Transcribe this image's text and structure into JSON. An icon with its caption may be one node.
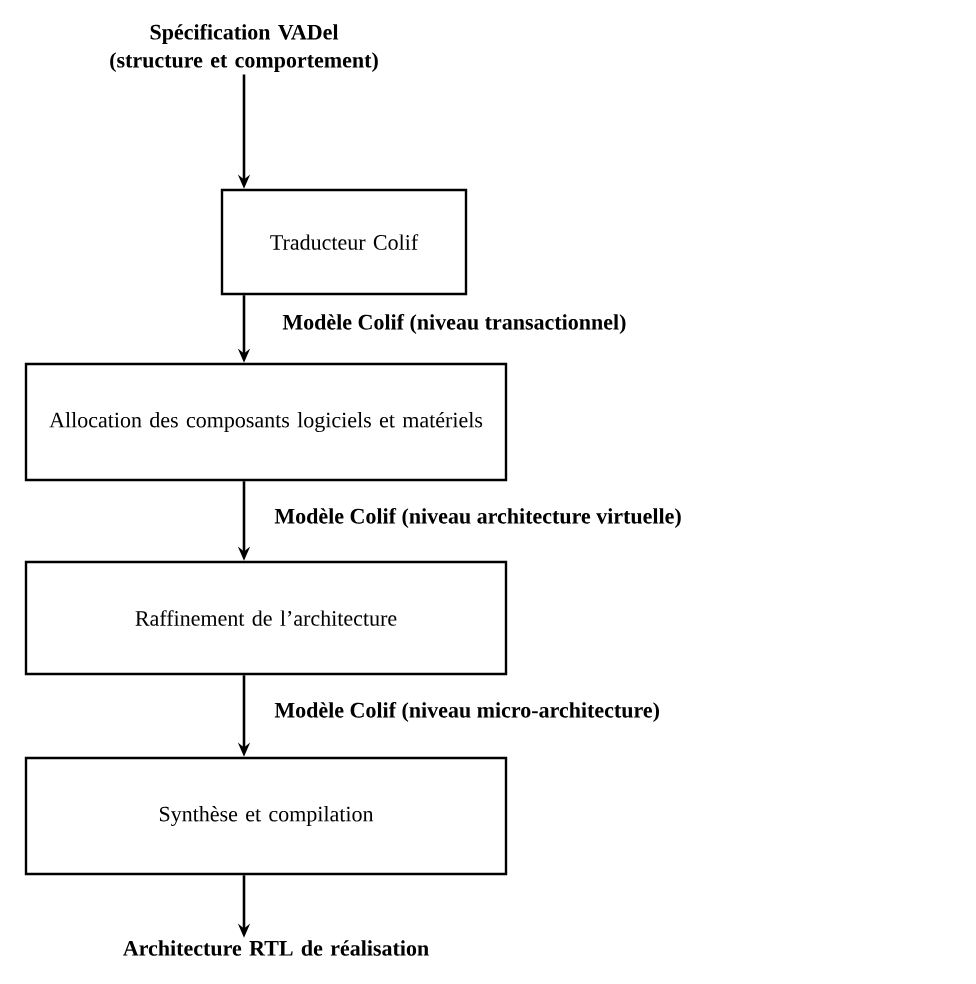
{
  "diagram": {
    "nodes": [
      {
        "text": [
          "Spécification VADel (structure et comportement)"
        ]
      },
      {
        "text": [
          "Traducteur Colif"
        ]
      },
      {
        "text": [
          "Allocation des composants logiciels et matériels"
        ]
      },
      {
        "text": [
          "Raffinement de l’architecture"
        ]
      },
      {
        "text": [
          "Synthèse et compilation"
        ]
      },
      {
        "text": [
          "Architecture RTL de réalisation"
        ]
      }
    ],
    "edges": [
      {
        "from": 0,
        "to": 1,
        "arrow": "to"
      },
      {
        "from": 1,
        "to": 2,
        "arrow": "to",
        "label": "Modèle Colif (niveau transactionnel)"
      },
      {
        "from": 2,
        "to": 3,
        "arrow": "to",
        "label": "Modèle Colif (niveau architecture virtuelle)"
      },
      {
        "from": 3,
        "to": 4,
        "arrow": "to",
        "label": "Modèle Colif (niveau micro-architecture)"
      },
      {
        "from": 4,
        "to": 5,
        "arrow": "to"
      }
    ]
  }
}
